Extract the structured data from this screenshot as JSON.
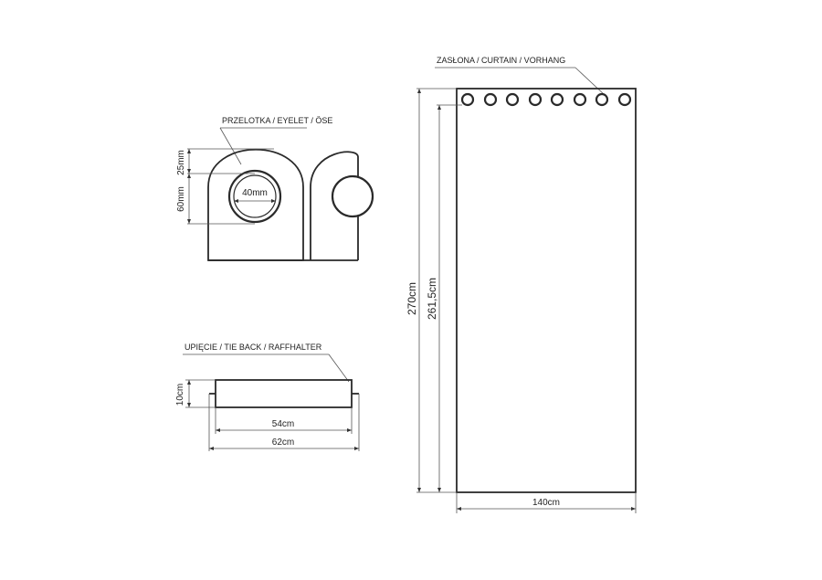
{
  "eyelet_detail": {
    "label": "PRZELOTKA / EYELET / ÖSE",
    "dim_top": "25mm",
    "dim_height": "60mm",
    "dim_diameter": "40mm"
  },
  "tieback_detail": {
    "label": "UPIĘCIE / TIE BACK / RAFFHALTER",
    "dim_height": "10cm",
    "dim_inner_width": "54cm",
    "dim_outer_width": "62cm"
  },
  "curtain_detail": {
    "label": "ZASŁONA / CURTAIN / VORHANG",
    "dim_total_height": "270cm",
    "dim_fabric_height": "261,5cm",
    "dim_width": "140cm",
    "eyelet_count": 8
  }
}
